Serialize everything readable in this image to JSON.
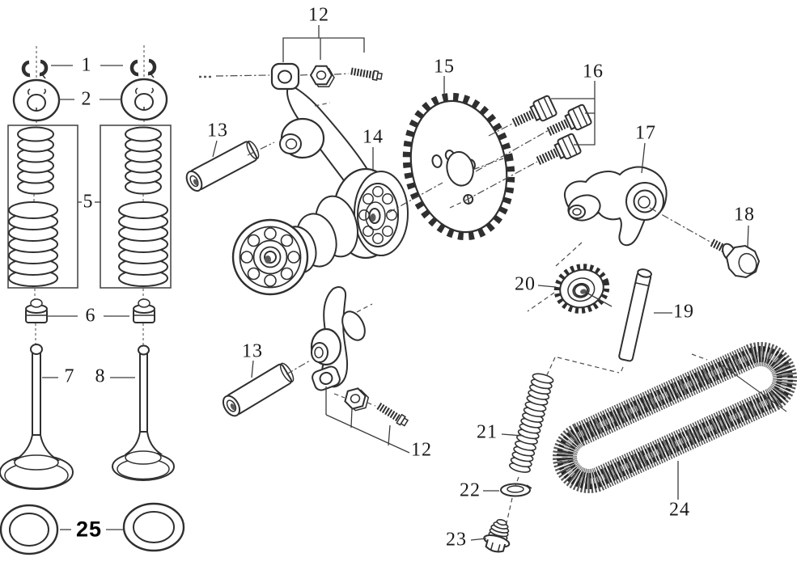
{
  "colors": {
    "ink": "#2f2f2f",
    "label_ink": "#1a1a1a",
    "bold_label_ink": "#000000",
    "background": "#ffffff"
  },
  "callouts": {
    "c1": "1",
    "c2": "2",
    "c5": "5",
    "c6": "6",
    "c7": "7",
    "c8": "8",
    "c12_top": "12",
    "c12_bottom": "12",
    "c13_top": "13",
    "c13_bottom": "13",
    "c14": "14",
    "c15": "15",
    "c16": "16",
    "c17": "17",
    "c18": "18",
    "c19": "19",
    "c20": "20",
    "c21": "21",
    "c22": "22",
    "c23": "23",
    "c24": "24",
    "c25": "25"
  }
}
